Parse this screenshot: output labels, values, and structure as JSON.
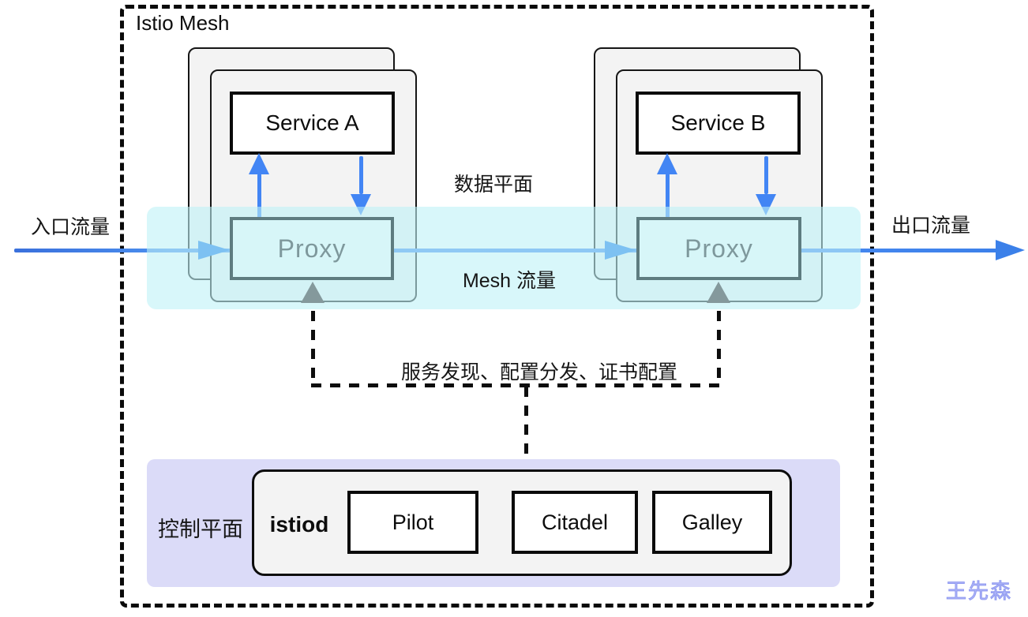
{
  "diagram": {
    "title": "Istio Mesh",
    "services": {
      "a": "Service A",
      "b": "Service B"
    },
    "proxies": {
      "a": "Proxy",
      "b": "Proxy"
    },
    "labels": {
      "data_plane": "数据平面",
      "mesh_traffic": "Mesh 流量",
      "ingress": "入口流量",
      "egress": "出口流量",
      "control_channel": "服务发现、配置分发、证书配置",
      "control_plane": "控制平面"
    },
    "control_plane": {
      "istiod": "istiod",
      "components": [
        "Pilot",
        "Citadel",
        "Galley"
      ]
    },
    "watermark": "王先森",
    "colors": {
      "strong_blue": "#4285f4",
      "light_blue": "#7dc1f2",
      "cyan_band": "#d8f7f9",
      "lavender_band": "#dbdbf8",
      "proxy_border": "#5e7c80",
      "proxy_text": "#7e989c",
      "gray_arrow": "#84999c",
      "pod_fill": "#f3f3f3",
      "watermark": "#b0b7f8"
    }
  }
}
